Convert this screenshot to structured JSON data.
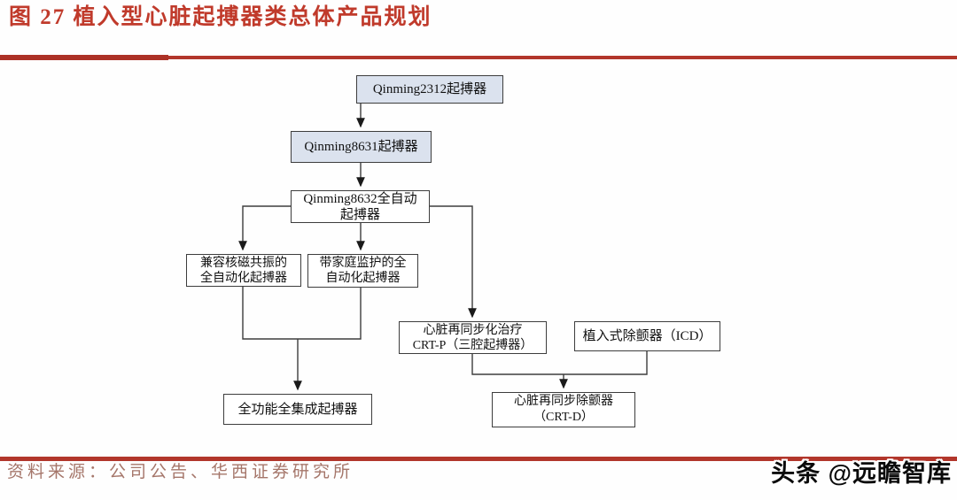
{
  "figure": {
    "title": "图 27 植入型心脏起搏器类总体产品规划",
    "source": "资料来源：公司公告、华西证券研究所",
    "watermark": "头条 @远瞻智库"
  },
  "colors": {
    "title_red": "#c03a2b",
    "rule_red": "#b2362b",
    "source_brown": "#a5766a",
    "node_fill_shaded": "#dbe2ee",
    "node_border": "#3d3d3d",
    "arrow_black": "#1a1a1a"
  },
  "flowchart": {
    "nodes": [
      {
        "id": "qinming2312",
        "label": "Qinming2312起搏器",
        "shaded": true
      },
      {
        "id": "qinming8631",
        "label": "Qinming8631起搏器",
        "shaded": true
      },
      {
        "id": "qinming8632",
        "label": "Qinming8632全自动\n起搏器",
        "shaded": false
      },
      {
        "id": "mri-compatible",
        "label": "兼容核磁共振的\n全自动化起搏器",
        "shaded": false
      },
      {
        "id": "home-monitoring",
        "label": "带家庭监护的全\n自动化起搏器",
        "shaded": false
      },
      {
        "id": "crt-p",
        "label": "心脏再同步化治疗\nCRT-P（三腔起搏器）",
        "shaded": false
      },
      {
        "id": "icd",
        "label": "植入式除颤器（ICD）",
        "shaded": false
      },
      {
        "id": "full-integrated",
        "label": "全功能全集成起搏器",
        "shaded": false
      },
      {
        "id": "crt-d",
        "label": "心脏再同步除颤器\n（CRT-D）",
        "shaded": false
      }
    ],
    "edges": [
      {
        "from": "qinming2312",
        "to": "qinming8631"
      },
      {
        "from": "qinming8631",
        "to": "qinming8632"
      },
      {
        "from": "qinming8632",
        "to": "mri-compatible"
      },
      {
        "from": "qinming8632",
        "to": "home-monitoring"
      },
      {
        "from": "qinming8632",
        "to": "crt-p"
      },
      {
        "from": "mri-compatible",
        "to": "full-integrated"
      },
      {
        "from": "home-monitoring",
        "to": "full-integrated"
      },
      {
        "from": "crt-p",
        "to": "crt-d"
      },
      {
        "from": "icd",
        "to": "crt-d"
      }
    ]
  }
}
